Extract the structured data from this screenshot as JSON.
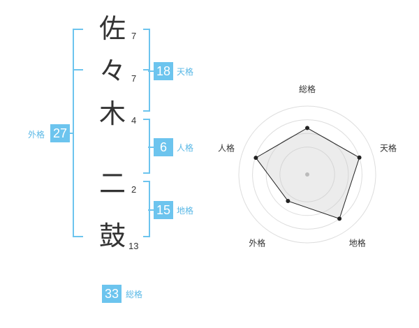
{
  "name": {
    "chars": [
      {
        "char": "佐",
        "strokes": "7"
      },
      {
        "char": "々",
        "strokes": "7"
      },
      {
        "char": "木",
        "strokes": "4"
      },
      {
        "char": "二",
        "strokes": "2"
      },
      {
        "char": "鼓",
        "strokes": "13"
      }
    ]
  },
  "kakusu": {
    "tenkaku": {
      "value": "18",
      "label": "天格"
    },
    "jinkaku": {
      "value": "6",
      "label": "人格"
    },
    "chikaku": {
      "value": "15",
      "label": "地格"
    },
    "gaikaku": {
      "value": "27",
      "label": "外格"
    },
    "soukaku": {
      "value": "33",
      "label": "総格"
    }
  },
  "colors": {
    "accent": "#6cc4ee",
    "text": "#333333"
  },
  "chart_data": {
    "type": "radar",
    "axes": [
      "総格",
      "天格",
      "地格",
      "外格",
      "人格"
    ],
    "values": [
      0.68,
      0.8,
      0.8,
      0.48,
      0.79
    ],
    "scale": [
      0,
      1
    ]
  }
}
